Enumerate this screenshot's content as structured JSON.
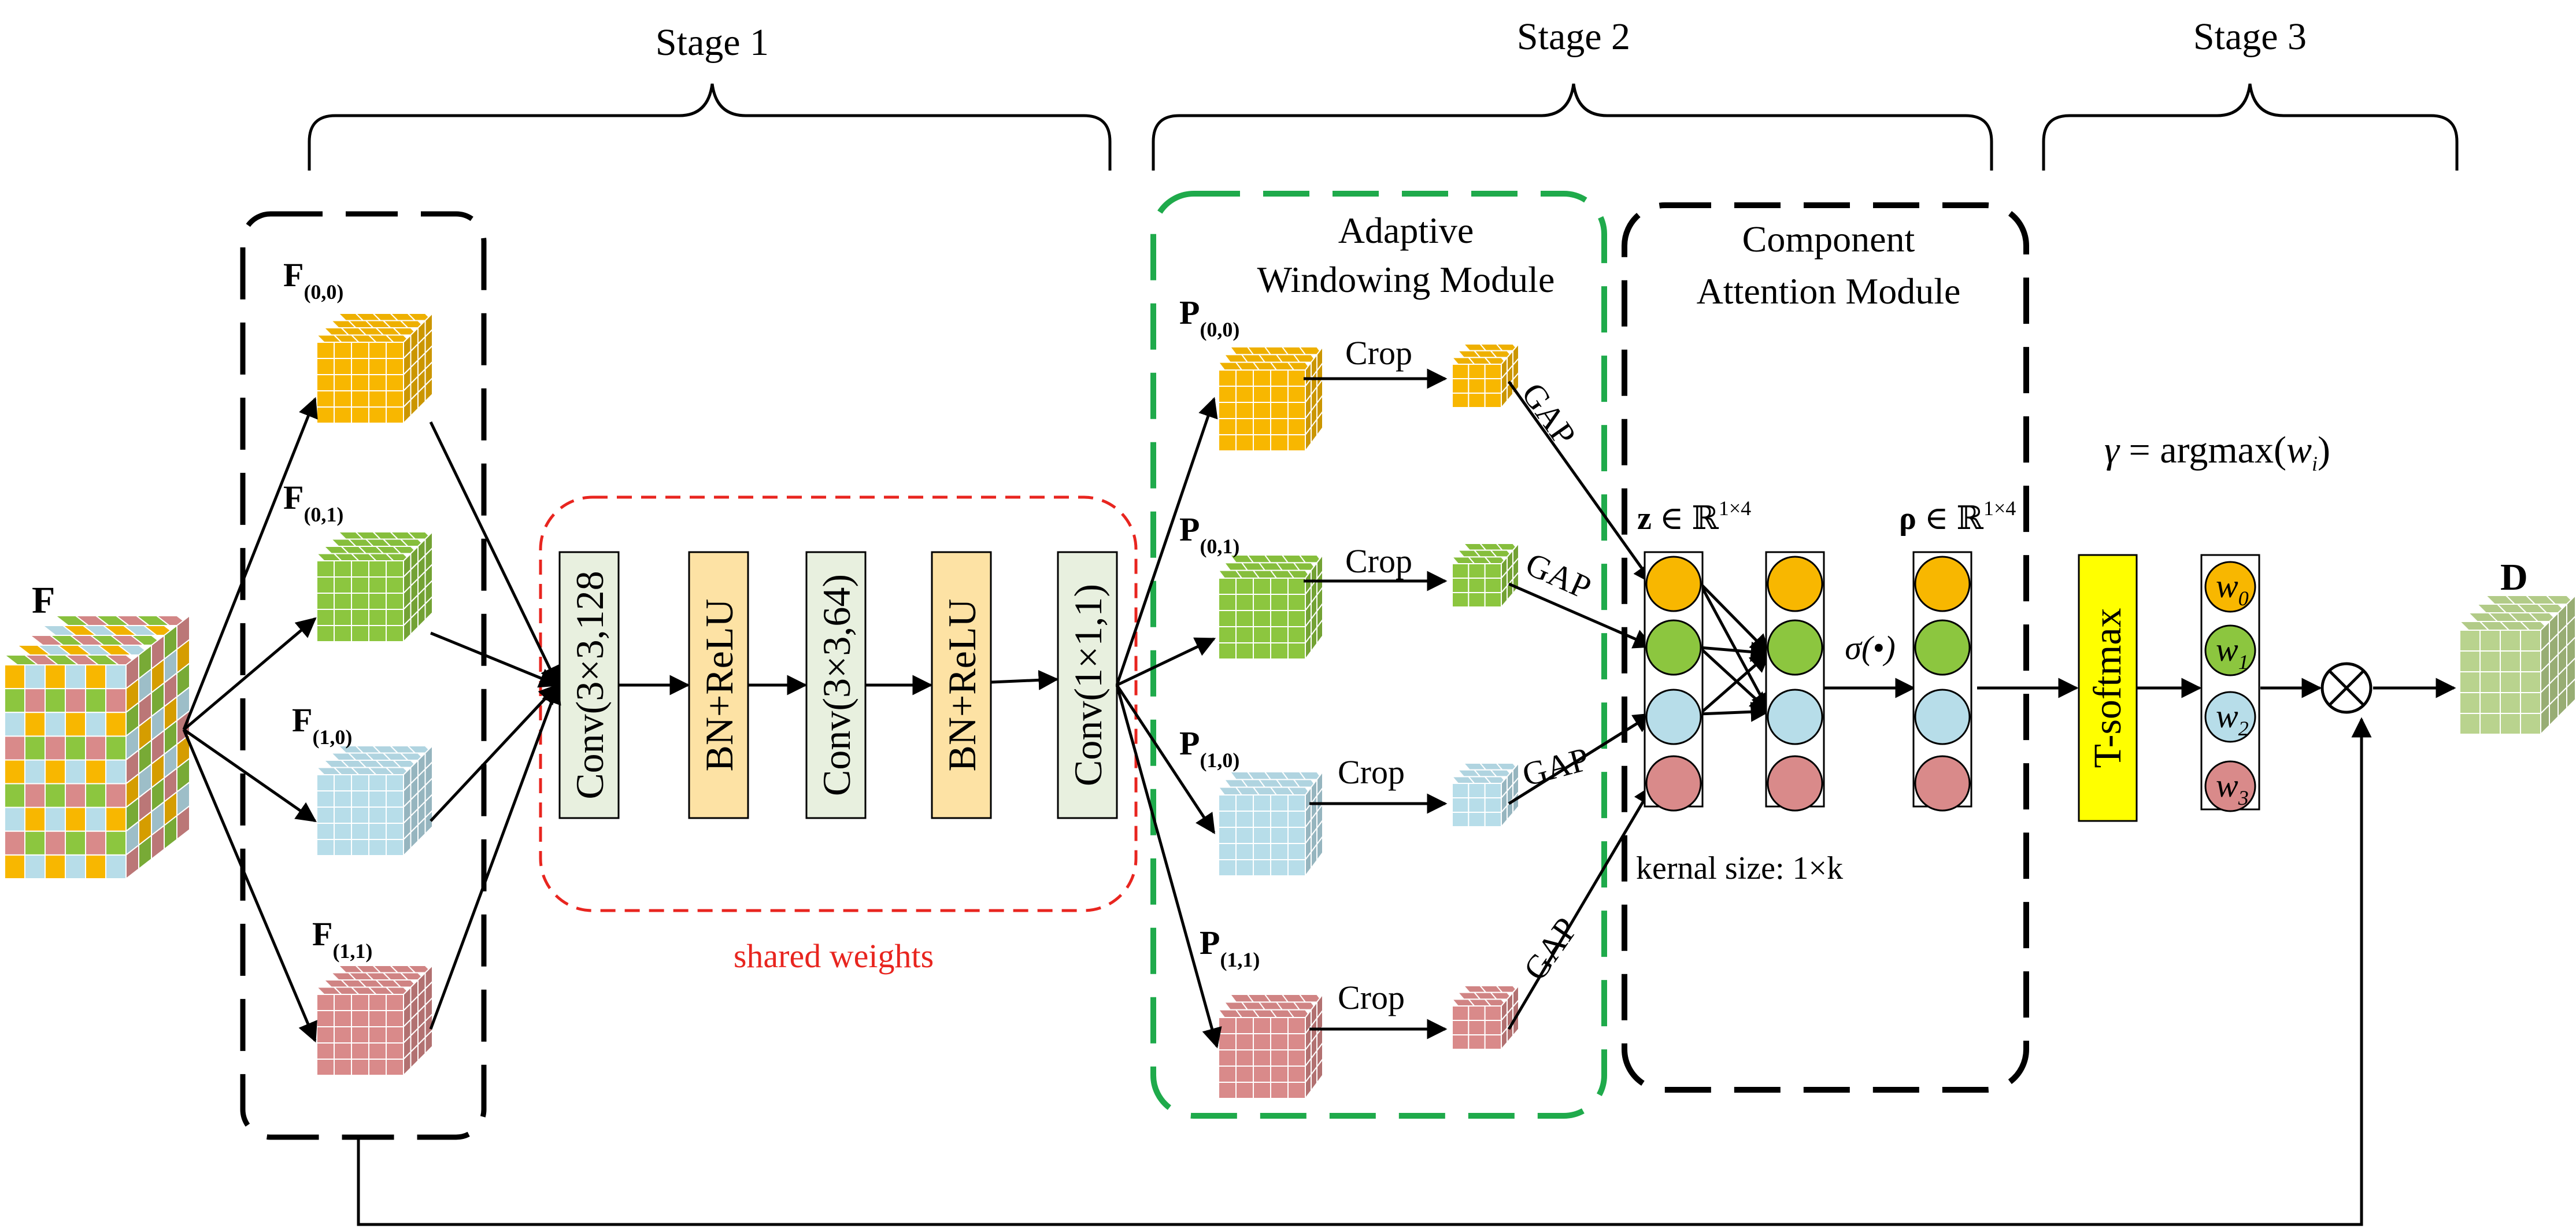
{
  "stages": {
    "stage1": "Stage 1",
    "stage2": "Stage 2",
    "stage3": "Stage 3"
  },
  "input_label": "F",
  "output_label": "D",
  "features": [
    {
      "main": "F",
      "sub": "(0,0)",
      "color": "#f8b700"
    },
    {
      "main": "F",
      "sub": "(0,1)",
      "color": "#8cc63f"
    },
    {
      "main": "F",
      "sub": "(1,0)",
      "color": "#b7dde9"
    },
    {
      "main": "F",
      "sub": "(1,1)",
      "color": "#d98a8a"
    }
  ],
  "patches": [
    {
      "main": "P",
      "sub": "(0,0)"
    },
    {
      "main": "P",
      "sub": "(0,1)"
    },
    {
      "main": "P",
      "sub": "(1,0)"
    },
    {
      "main": "P",
      "sub": "(1,1)"
    }
  ],
  "layers": [
    {
      "label": "Conv(3×3,128",
      "color": "#e8f0df"
    },
    {
      "label": "BN+ReLU",
      "color": "#fde2a4"
    },
    {
      "label": "Conv(3×3,64)",
      "color": "#e8f0df"
    },
    {
      "label": "BN+ReLU",
      "color": "#fde2a4"
    },
    {
      "label": "Conv(1×1,1)",
      "color": "#e8f0df"
    }
  ],
  "shared_weights": "shared weights",
  "adaptive_module": {
    "line1": "Adaptive",
    "line2": "Windowing Module"
  },
  "attention_module": {
    "line1": "Component",
    "line2": "Attention Module"
  },
  "crop_label": "Crop",
  "gap_label": "GAP",
  "z_label": {
    "symbol": "z",
    "in": " ∈ ℝ",
    "exp": "1×4"
  },
  "rho_label": {
    "symbol": "ρ",
    "in": " ∈ ℝ",
    "exp": "1×4"
  },
  "sigma_label": "σ(•)",
  "kernel_label": "kernal size:  1×k",
  "tsoftmax": "T-softmax",
  "gamma_eq": {
    "lhs": "γ",
    "rhs": " = argmax(",
    "var": "w",
    "sub": "i",
    "close": ")"
  },
  "weights": [
    {
      "var": "w",
      "sub": "0"
    },
    {
      "var": "w",
      "sub": "1"
    },
    {
      "var": "w",
      "sub": "2"
    },
    {
      "var": "w",
      "sub": "3"
    }
  ],
  "otimes": "⊗",
  "colors": {
    "yellow": "#f8b700",
    "green": "#8cc63f",
    "blue": "#b7dde9",
    "red": "#d98a8a",
    "output": "#b9d38e",
    "tsoftmax": "#ffff00",
    "green_dash": "#1faa4b",
    "red_dash": "#e8251f"
  }
}
